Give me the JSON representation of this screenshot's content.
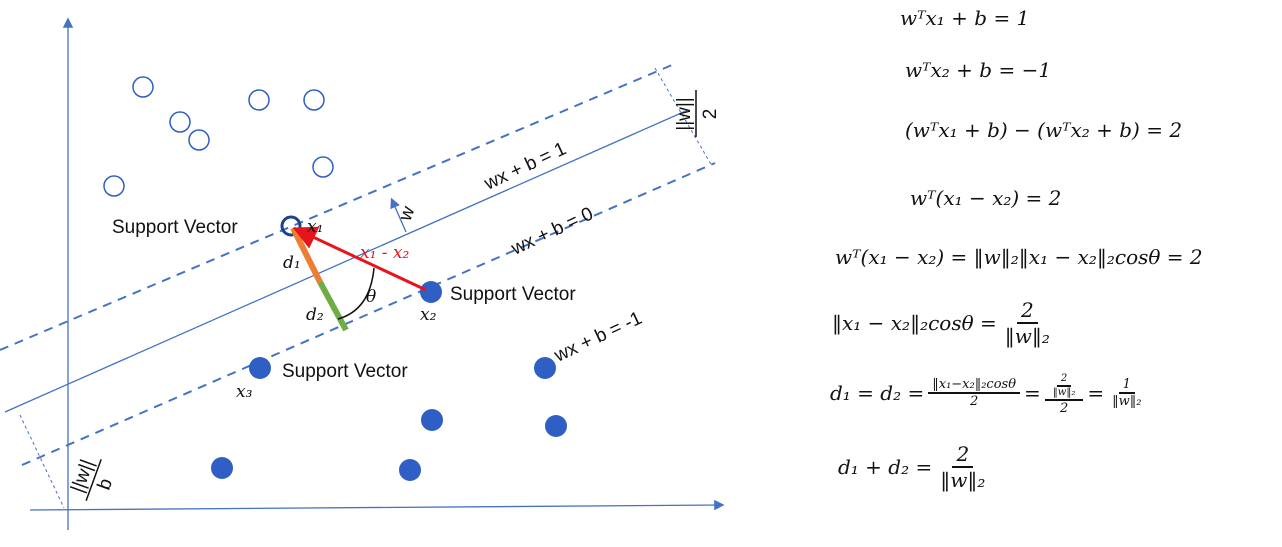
{
  "diagram": {
    "support_vector_label": "Support Vector",
    "hyperplane_plus": "wx + b = 1",
    "hyperplane_zero": "wx + b = 0",
    "hyperplane_minus": "wx + b = -1",
    "w_label": "w",
    "x1": "x₁",
    "x2": "x₂",
    "x3": "x₃",
    "d1": "d₁",
    "d2": "d₂",
    "diff": "x₁ - x₂",
    "theta": "θ",
    "margin_num": "2",
    "margin_den": "||w||",
    "offset_num": "b",
    "offset_den": "||w||",
    "colors": {
      "axis": "#4472c4",
      "points": "#2f5fc4",
      "diff_vector": "#e8141c",
      "d1": "#ed7d31",
      "d2": "#70ad47"
    }
  },
  "equations": {
    "e1": "wᵀx₁ + b = 1",
    "e2": "wᵀx₂ + b = −1",
    "e3": "(wᵀx₁ + b) − (wᵀx₂ + b) = 2",
    "e4": "wᵀ(x₁ − x₂)  = 2",
    "e5": "wᵀ(x₁ − x₂) = ‖w‖₂‖x₁ − x₂‖₂cosθ = 2",
    "e6": {
      "lhs": "‖x₁ − x₂‖₂cosθ =",
      "num": "2",
      "den": "‖w‖₂"
    },
    "e7": {
      "lhs": "d₁ = d₂ =",
      "f1_num": "‖x₁−x₂‖₂cosθ",
      "f1_den": "2",
      "eq": "=",
      "f2_num_num": "2",
      "f2_num_den": "‖w‖₂",
      "f2_den": "2",
      "eq2": "=",
      "f3_num": "1",
      "f3_den": "‖w‖₂"
    },
    "e8": {
      "lhs": "d₁ + d₂ =",
      "num": "2",
      "den": "‖w‖₂"
    }
  }
}
